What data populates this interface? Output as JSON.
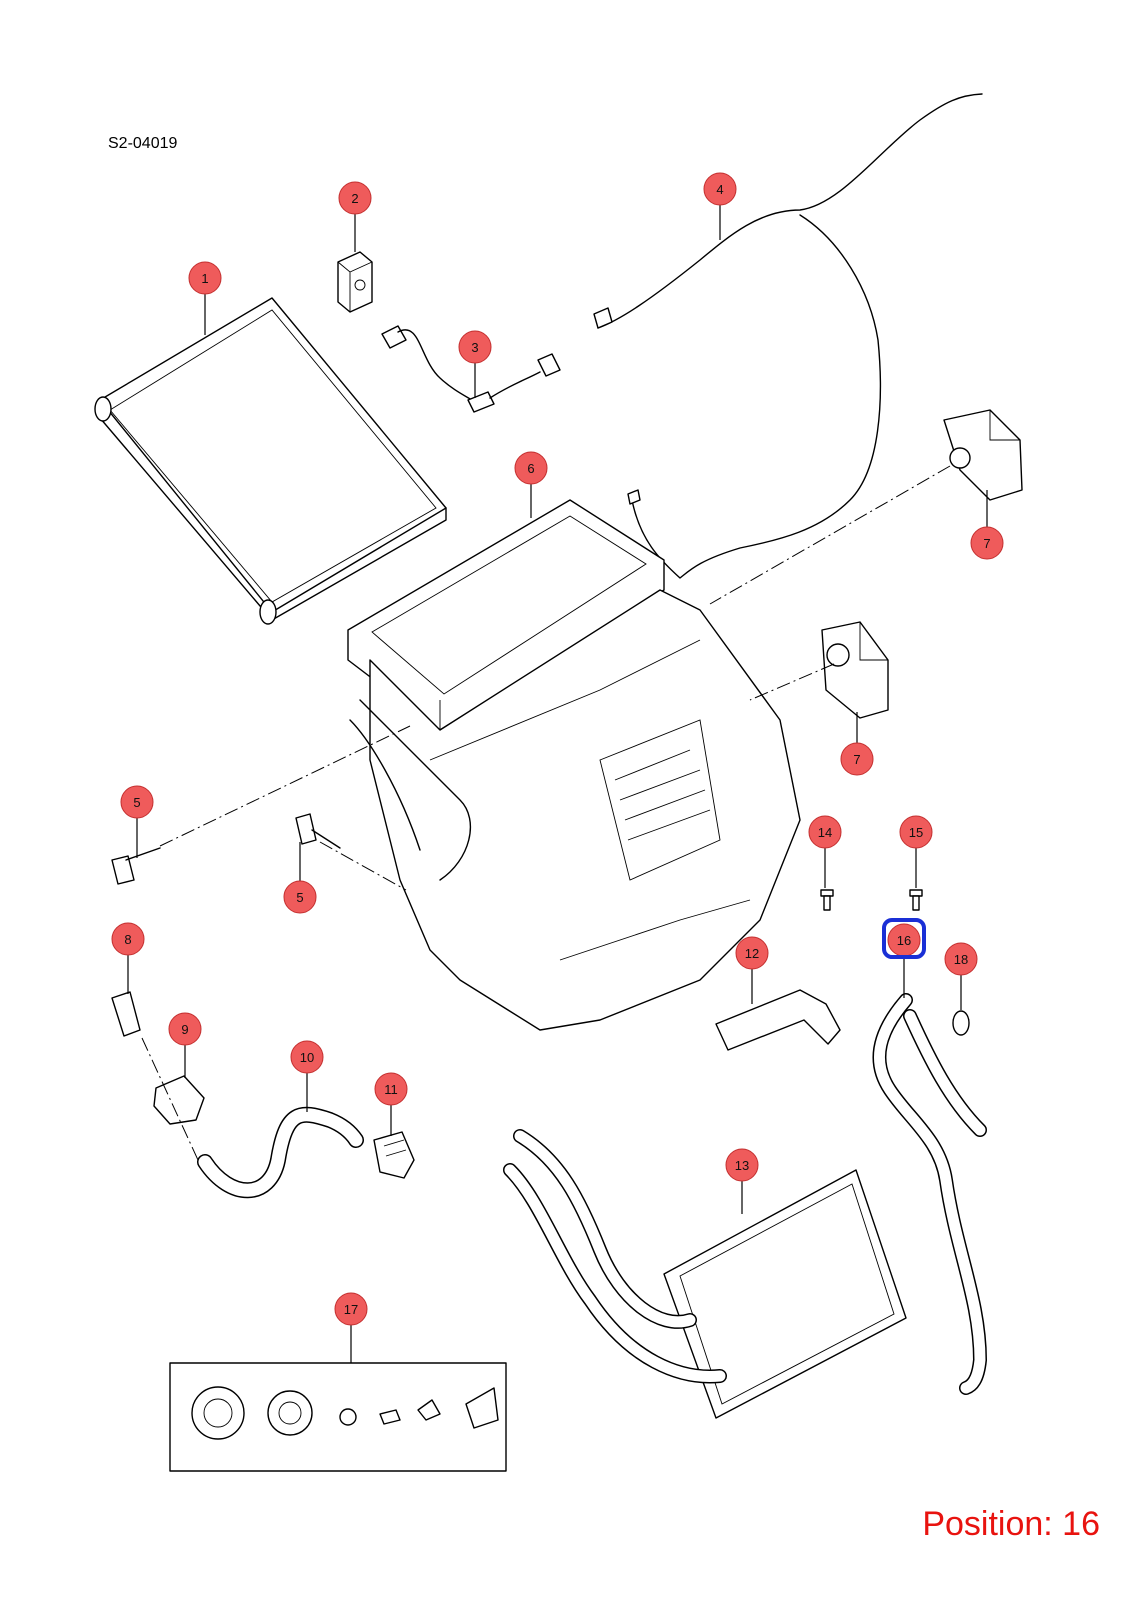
{
  "diagram": {
    "code": "S2-04019",
    "position_label": "Position: 16",
    "selected_callout": "16",
    "callouts": [
      {
        "label": "1"
      },
      {
        "label": "2"
      },
      {
        "label": "3"
      },
      {
        "label": "4"
      },
      {
        "label": "5"
      },
      {
        "label": "5"
      },
      {
        "label": "6"
      },
      {
        "label": "7"
      },
      {
        "label": "7"
      },
      {
        "label": "8"
      },
      {
        "label": "9"
      },
      {
        "label": "10"
      },
      {
        "label": "11"
      },
      {
        "label": "12"
      },
      {
        "label": "13"
      },
      {
        "label": "14"
      },
      {
        "label": "15"
      },
      {
        "label": "16"
      },
      {
        "label": "17"
      },
      {
        "label": "18"
      }
    ],
    "colors": {
      "callout_fill": "#ef5b5b",
      "highlight": "#1a2fd6",
      "position_text": "#e8130f"
    }
  }
}
